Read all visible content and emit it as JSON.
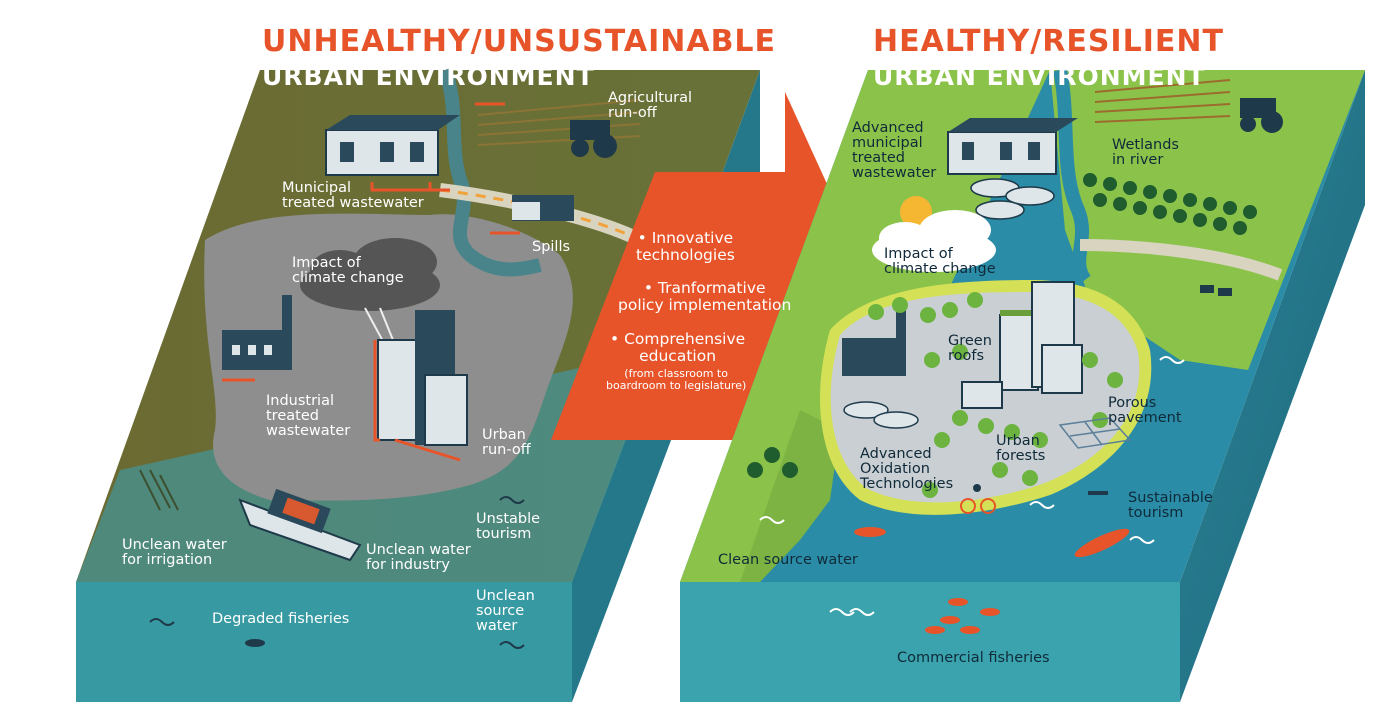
{
  "left_panel": {
    "title": "UNHEALTHY/UNSUSTAINABLE",
    "subtitle": "URBAN ENVIRONMENT",
    "labels": {
      "agricultural": "Agricultural\nrun-off",
      "municipal": "Municipal\ntreated wastewater",
      "spills": "Spills",
      "climate": "Impact of\nclimate change",
      "industrial": "Industrial\ntreated\nwastewater",
      "urban_runoff": "Urban\nrun-off",
      "unstable_tourism": "Unstable\ntourism",
      "irrigation": "Unclean water\nfor irrigation",
      "industry": "Unclean water\nfor industry",
      "source": "Unclean\nsource\nwater",
      "fisheries": "Degraded fisheries"
    }
  },
  "arrow": {
    "items": [
      "• Innovative\ntechnologies",
      "• Tranformative\npolicy implementation",
      "• Comprehensive\neducation"
    ],
    "note": "(from classroom to\nboardroom to legislature)",
    "color": "#e8542a"
  },
  "right_panel": {
    "title": "HEALTHY/RESILIENT",
    "subtitle": "URBAN ENVIRONMENT",
    "labels": {
      "advanced_municipal": "Advanced\nmunicipal\ntreated\nwastewater",
      "wetlands": "Wetlands\nin river",
      "climate": "Impact of\nclimate change",
      "green_roofs": "Green\nroofs",
      "porous": "Porous\npavement",
      "urban_forests": "Urban\nforests",
      "aot": "Advanced\nOxidation\nTechnologies",
      "sustainable_tourism": "Sustainable\ntourism",
      "clean_source": "Clean source water",
      "commercial_fisheries": "Commercial fisheries"
    }
  },
  "colors": {
    "title_orange": "#e8542a",
    "unhealthy_land": "#6f7138",
    "unhealthy_city": "#8e8f90",
    "healthy_land": "#8bc34a",
    "water": "#3b9aa2",
    "water_deep": "#2c8a96"
  }
}
